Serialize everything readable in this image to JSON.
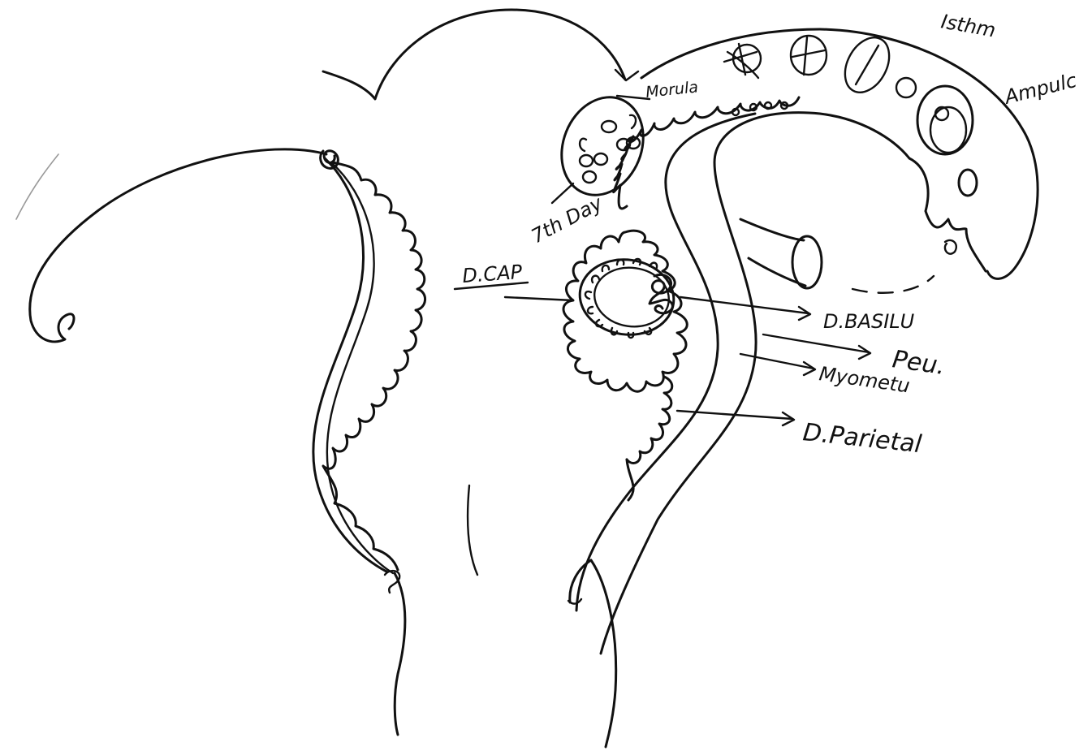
{
  "labels": {
    "isthmus": "Isthm",
    "ampulla": "Ampulc",
    "morula": "Morula",
    "day7": "7th Day",
    "d_cap": "D.CAP",
    "d_basilis": "D.BASILU",
    "perimetrium": "Peu.",
    "myometrium": "Myometu",
    "d_parietalis": "D.Parietal"
  },
  "colors": {
    "ink": "#111111",
    "paper": "#ffffff"
  }
}
